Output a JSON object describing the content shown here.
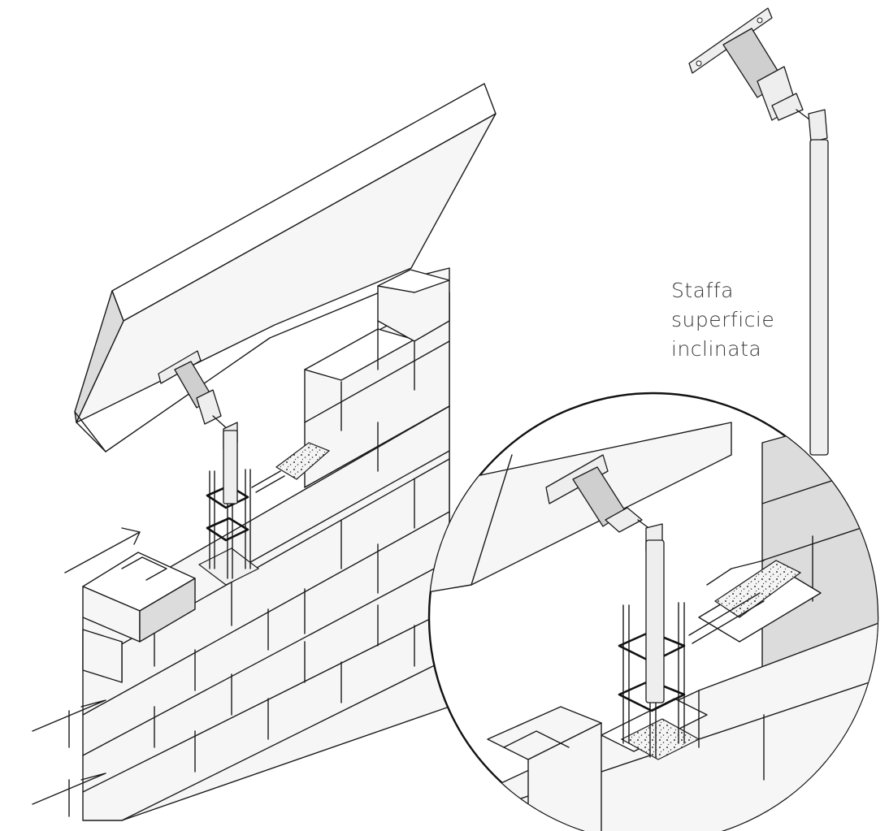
{
  "label": {
    "line1": "Staffa",
    "line2": "superficie",
    "line3": "inclinata"
  },
  "icons": {
    "bracket_detail": "inclined-surface-bracket-icon",
    "wall": "masonry-block-wall",
    "zoom": "magnified-detail-circle"
  }
}
